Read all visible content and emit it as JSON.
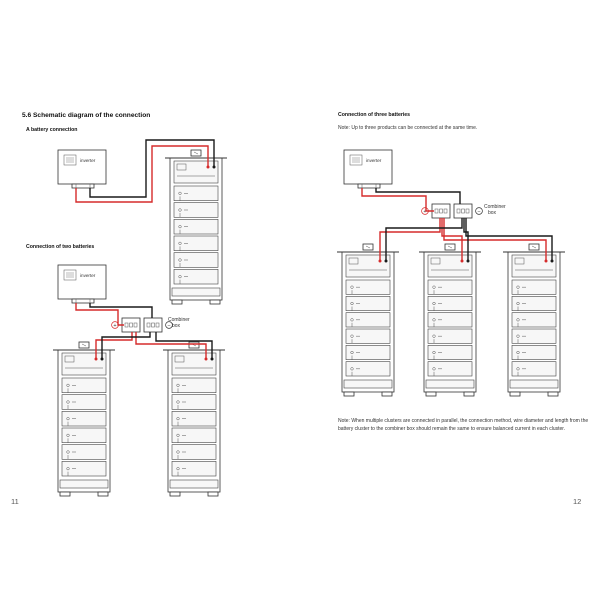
{
  "section_title": "5.6 Schematic diagram of the connection",
  "label_one": "A battery connection",
  "label_two": "Connection of two batteries",
  "label_three": "Connection of three batteries",
  "note_top": "Note: Up to three products can be connected at the same time.",
  "note_bottom": "Note: When multiple clusters are connected in parallel, the connection method, wire diameter and length from the battery cluster to the combiner box should remain the same to ensure balanced current in each cluster.",
  "inverter_label": "inverter",
  "combiner_label": "Combiner box",
  "plus_sign": "+",
  "minus_sign": "−",
  "page_left": "11",
  "page_right": "12",
  "colors": {
    "positive_wire": "#d52b2b",
    "negative_wire": "#1a1a1a"
  }
}
